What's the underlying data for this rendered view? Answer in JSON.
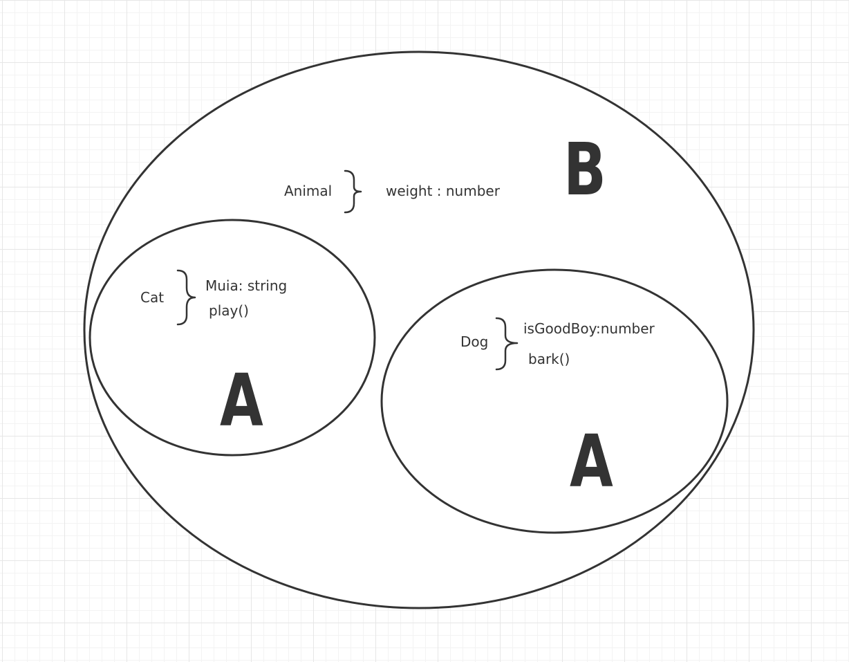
{
  "diagram": {
    "outer_set": {
      "letter": "B",
      "class_name": "Animal",
      "members": [
        "weight : number"
      ]
    },
    "cat_set": {
      "letter": "A",
      "class_name": "Cat",
      "members": [
        "Muia: string",
        "play()"
      ]
    },
    "dog_set": {
      "letter": "A",
      "class_name": "Dog",
      "members": [
        "isGoodBoy:number",
        "bark()"
      ]
    }
  },
  "colors": {
    "stroke": "#333333",
    "background": "#ffffff",
    "grid": "#e6e6e6"
  }
}
